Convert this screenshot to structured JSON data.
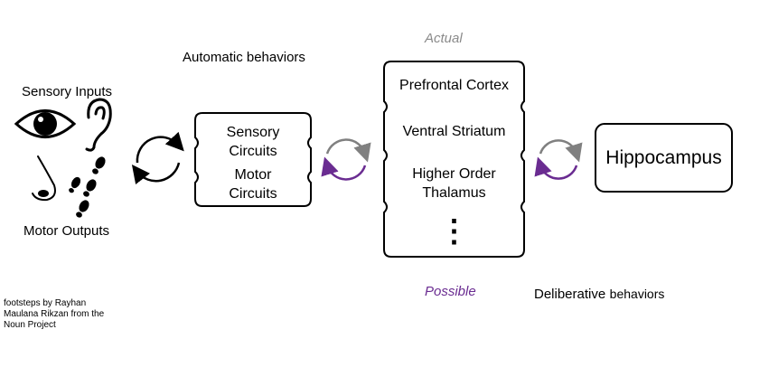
{
  "labels": {
    "sensory_inputs": "Sensory Inputs",
    "motor_outputs": "Motor Outputs",
    "automatic_behaviors": "Automatic behaviors",
    "actual": "Actual",
    "possible": "Possible",
    "deliberative_1": "Deliberative",
    "deliberative_2": "behaviors",
    "credit": "footsteps by Rayhan Maulana Rikzan from the Noun Project"
  },
  "credit_lines": [
    "footsteps by Rayhan",
    "Maulana Rikzan from the",
    "Noun Project"
  ],
  "circuit_box": {
    "sensory": [
      "Sensory",
      "Circuits"
    ],
    "motor": [
      "Motor",
      "Circuits"
    ]
  },
  "brain_stack": {
    "items": [
      "Prefrontal Cortex",
      "Ventral Striatum",
      "Higher Order",
      "Thalamus"
    ],
    "ellipsis": "⋮"
  },
  "hippocampus": "Hippocampus",
  "icons": [
    "eye-icon",
    "ear-icon",
    "nose-icon",
    "footsteps-icon",
    "cycle-arrows-icon"
  ],
  "colors": {
    "actual": "#8a8a8a",
    "possible": "#6a2c91",
    "arrow_gray": "#808080",
    "arrow_purple": "#6a2c91"
  }
}
